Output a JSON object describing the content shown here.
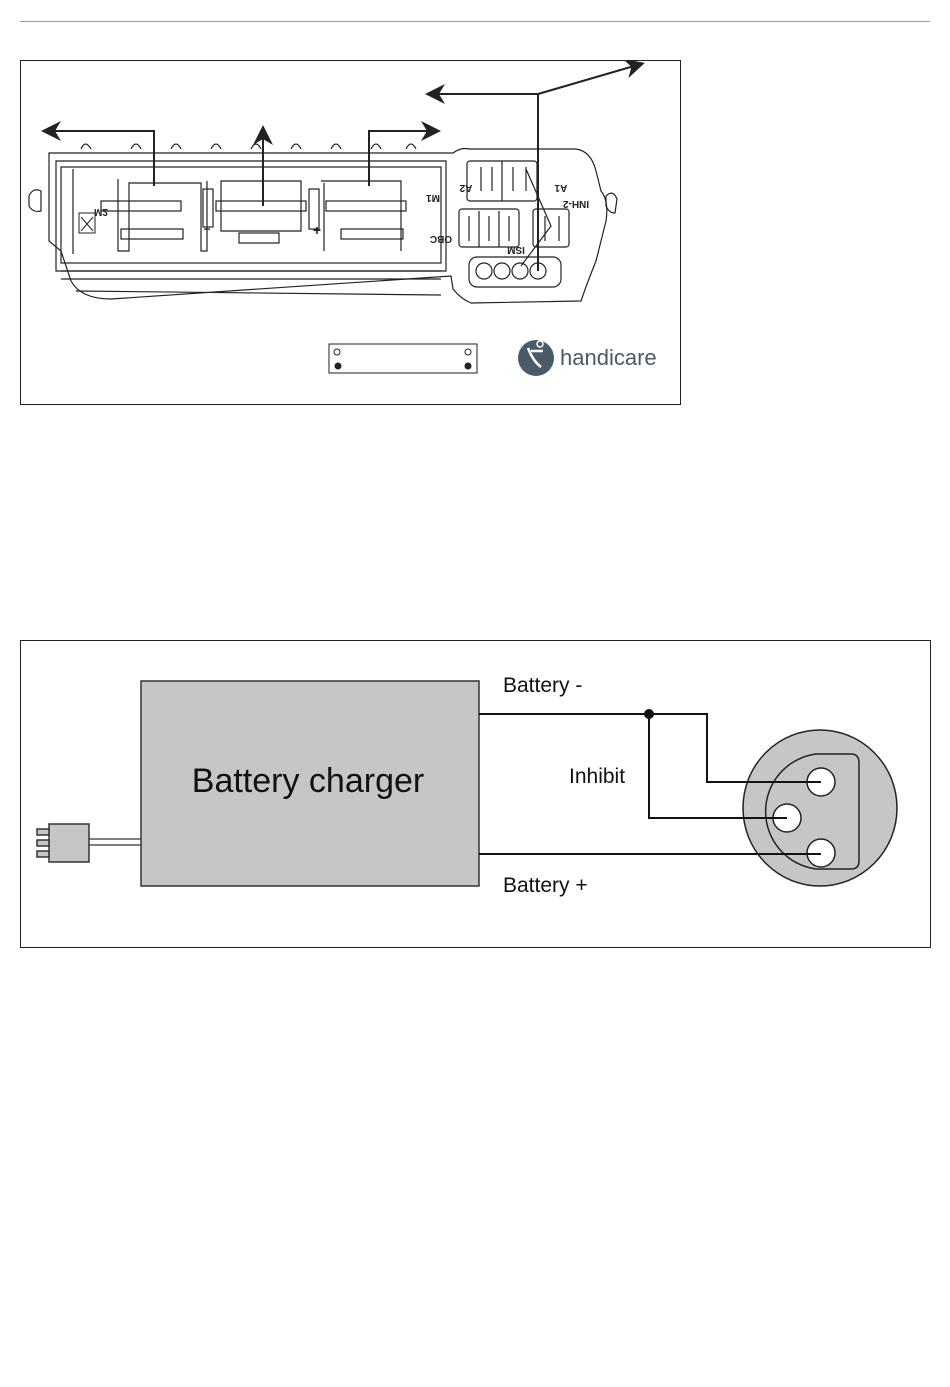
{
  "figure1": {
    "connector_labels": {
      "m2": "M2",
      "m1": "M1",
      "a2": "A2",
      "a1": "A1",
      "inh2": "INH-2",
      "obc": "OBC",
      "ism": "ISM",
      "minus": "−",
      "plus": "+"
    },
    "logo_text": "handicare",
    "brand_color": "#4a5a66"
  },
  "figure2": {
    "charger_label": "Battery charger",
    "battery_minus_label": "Battery -",
    "battery_plus_label": "Battery +",
    "inhibit_label": "Inhibit",
    "charger_fill": "#c4c6c8",
    "connector_fill": "#c4c6c8"
  }
}
